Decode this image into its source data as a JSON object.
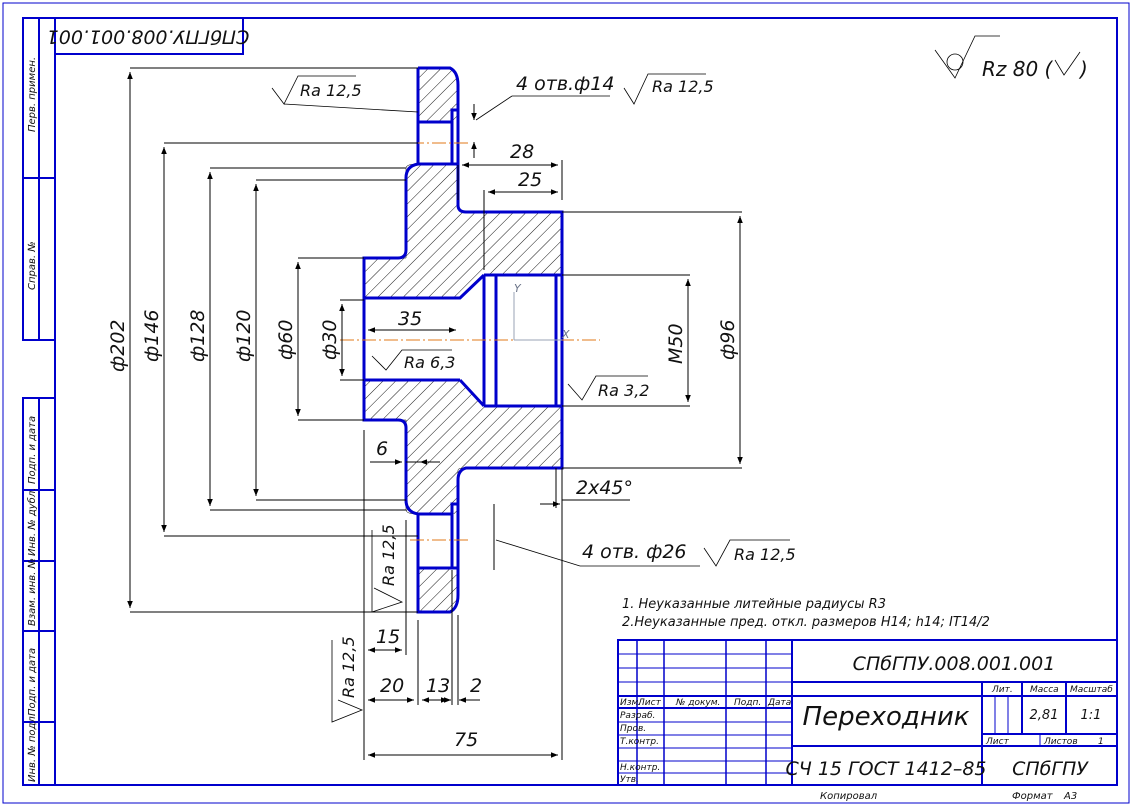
{
  "drawing": {
    "stamp_code_rotated": "СПбГПУ.008.001.001",
    "part_name": "Переходник",
    "doc_code": "СПбГПУ.008.001.001",
    "material": "СЧ 15 ГОСТ 1412–85",
    "organization": "СПбГПУ",
    "roughness_general": "Rz 80 (",
    "roughness_general_close": ")",
    "notes": [
      "1. Неуказанные литейные радиусы R3",
      "2.Неуказанные пред. откл. размеров H14; h14; IT14/2"
    ]
  },
  "dimensions": {
    "d202": "ф202",
    "d146": "ф146",
    "d128": "ф128",
    "d120": "ф120",
    "d60": "ф60",
    "d30": "ф30",
    "m50": "M50",
    "d96": "ф96",
    "l28": "28",
    "l25": "25",
    "l35": "35",
    "l6": "6",
    "l15": "15",
    "l20": "20",
    "l13": "13",
    "l2": "2",
    "l75": "75",
    "chamfer": "2x45°"
  },
  "callouts": {
    "holes_14": "4 отв.ф14",
    "holes_26": "4 отв. ф26",
    "ra_125_a": "Ra 12,5",
    "ra_125_b": "Ra 12,5",
    "ra_125_c": "Ra 12,5",
    "ra_125_d": "Ra 12,5",
    "ra_125_e": "Ra 12,5",
    "ra_63": "Ra 6,3",
    "ra_32": "Ra 3,2"
  },
  "axes": {
    "y": "Y",
    "x": "X"
  },
  "side_strip": {
    "perv_primen": "Перв. примен.",
    "sprav_no": "Справ. №",
    "podp_data_1": "Подп. и дата",
    "inv_dubl": "Инв. № дубл.",
    "vzam_inv": "Взам. инв. №",
    "podp_data_2": "Подп. и дата",
    "inv_podl": "Инв. № подл."
  },
  "title_block": {
    "izm": "Изм.",
    "list": "Лист",
    "n_dokum": "№ докум.",
    "podp": "Подп.",
    "data": "Дата",
    "razrab": "Разраб.",
    "prov": "Пров.",
    "t_kontr": "Т.контр.",
    "n_kontr": "Н.контр.",
    "utv": "Утв.",
    "lit": "Лит.",
    "massa": "Масса",
    "masshtab": "Масштаб",
    "massa_val": "2,81",
    "masshtab_val": "1:1",
    "list_label": "Лист",
    "listov_label": "Листов",
    "listov_val": "1"
  },
  "footer": {
    "kopiroval": "Копировал",
    "format": "Формат",
    "format_val": "А3"
  }
}
